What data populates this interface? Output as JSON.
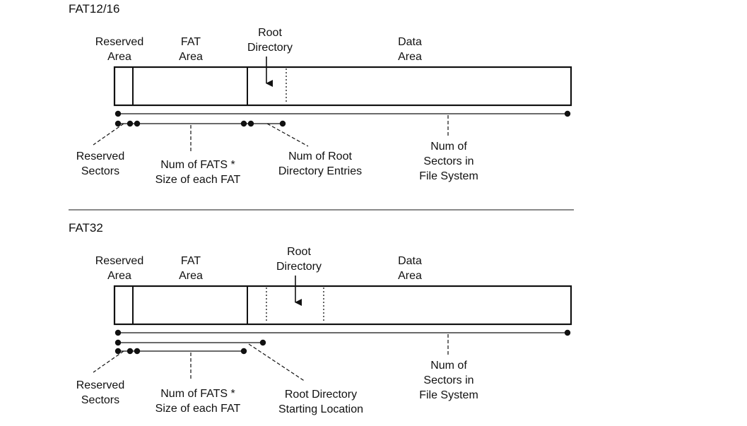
{
  "fat16": {
    "title": "FAT12/16",
    "labels": {
      "reserved_area": [
        "Reserved",
        "Area"
      ],
      "fat_area": [
        "FAT",
        "Area"
      ],
      "root_directory": [
        "Root",
        "Directory"
      ],
      "data_area": [
        "Data",
        "Area"
      ],
      "reserved_sectors": [
        "Reserved",
        "Sectors"
      ],
      "num_fats": [
        "Num of FATS *",
        "Size of each FAT"
      ],
      "num_root_entries": [
        "Num of Root",
        "Directory Entries"
      ],
      "num_sectors": [
        "Num of",
        "Sectors in",
        "File System"
      ]
    }
  },
  "fat32": {
    "title": "FAT32",
    "labels": {
      "reserved_area": [
        "Reserved",
        "Area"
      ],
      "fat_area": [
        "FAT",
        "Area"
      ],
      "root_directory": [
        "Root",
        "Directory"
      ],
      "data_area": [
        "Data",
        "Area"
      ],
      "reserved_sectors": [
        "Reserved",
        "Sectors"
      ],
      "num_fats": [
        "Num of FATS *",
        "Size of each FAT"
      ],
      "root_start": [
        "Root Directory",
        "Starting Location"
      ],
      "num_sectors": [
        "Num of",
        "Sectors in",
        "File System"
      ]
    }
  },
  "colors": {
    "ink": "#111111",
    "divider": "#8a8a8a"
  }
}
